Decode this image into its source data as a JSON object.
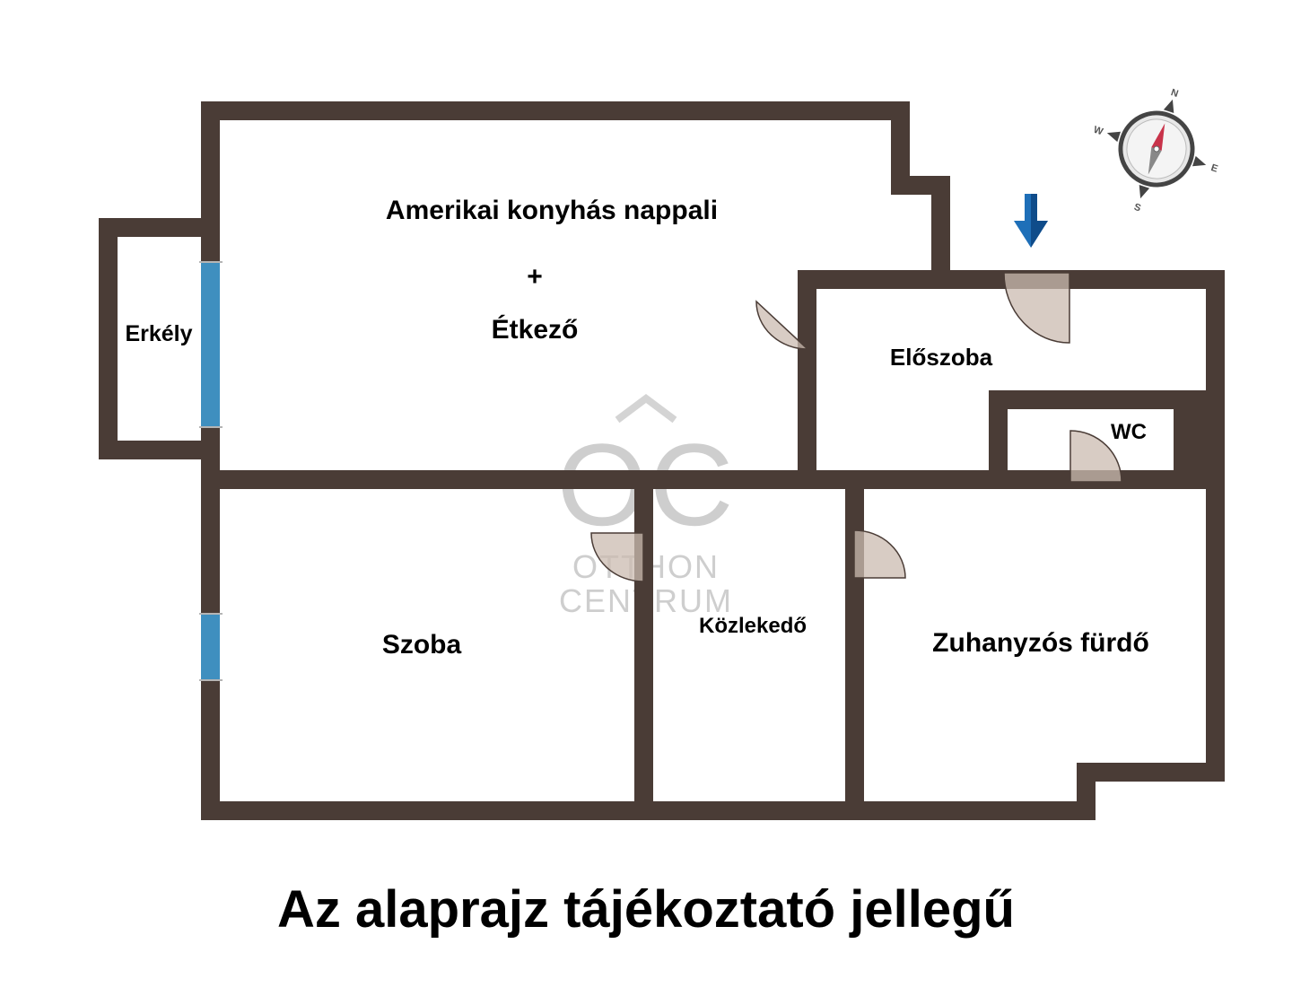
{
  "rooms": {
    "living": "Amerikai konyhás nappali",
    "plus": "+",
    "dining": "Étkező",
    "balcony": "Erkély",
    "hall": "Előszoba",
    "wc": "WC",
    "room": "Szoba",
    "corridor": "Közlekedő",
    "bathroom": "Zuhanyzós fürdő"
  },
  "watermark": {
    "logo": "OC",
    "line1": "OTTHON",
    "line2": "CENTRUM"
  },
  "compass": {
    "n": "N",
    "e": "E",
    "s": "S",
    "w": "W"
  },
  "disclaimer": "Az alaprajz tájékoztató jellegű",
  "colors": {
    "wall": "#4a3c36",
    "window": "#3f8fbf",
    "door_fill": "#cbbbb0",
    "entrance_arrow": "#1e6fb8",
    "compass_needle_north": "#c8334a"
  }
}
